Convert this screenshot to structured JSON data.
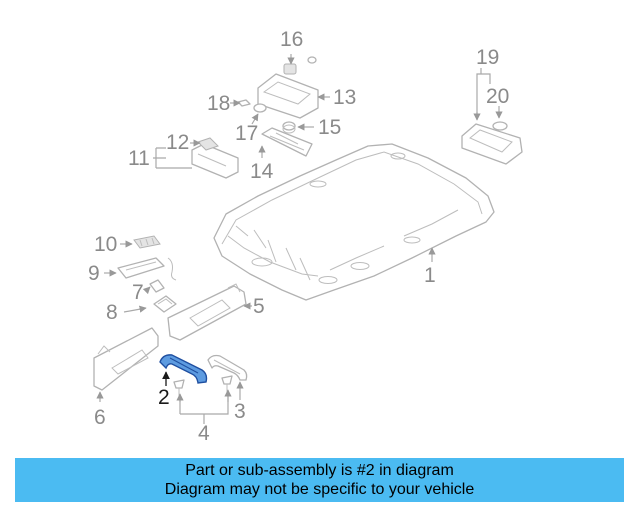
{
  "callouts": {
    "c1": "1",
    "c2": "2",
    "c3": "3",
    "c4": "4",
    "c5": "5",
    "c6": "6",
    "c7": "7",
    "c8": "8",
    "c9": "9",
    "c10": "10",
    "c11": "11",
    "c12": "12",
    "c13": "13",
    "c14": "14",
    "c15": "15",
    "c16": "16",
    "c17": "17",
    "c18": "18",
    "c19": "19",
    "c20": "20"
  },
  "highlighted_part": "2",
  "colors": {
    "highlight": "#5d9be0",
    "banner": "#4bbbf2"
  },
  "banner": {
    "line1": "Part or sub-assembly is #2 in diagram",
    "line2": "Diagram may not be specific to your vehicle"
  }
}
